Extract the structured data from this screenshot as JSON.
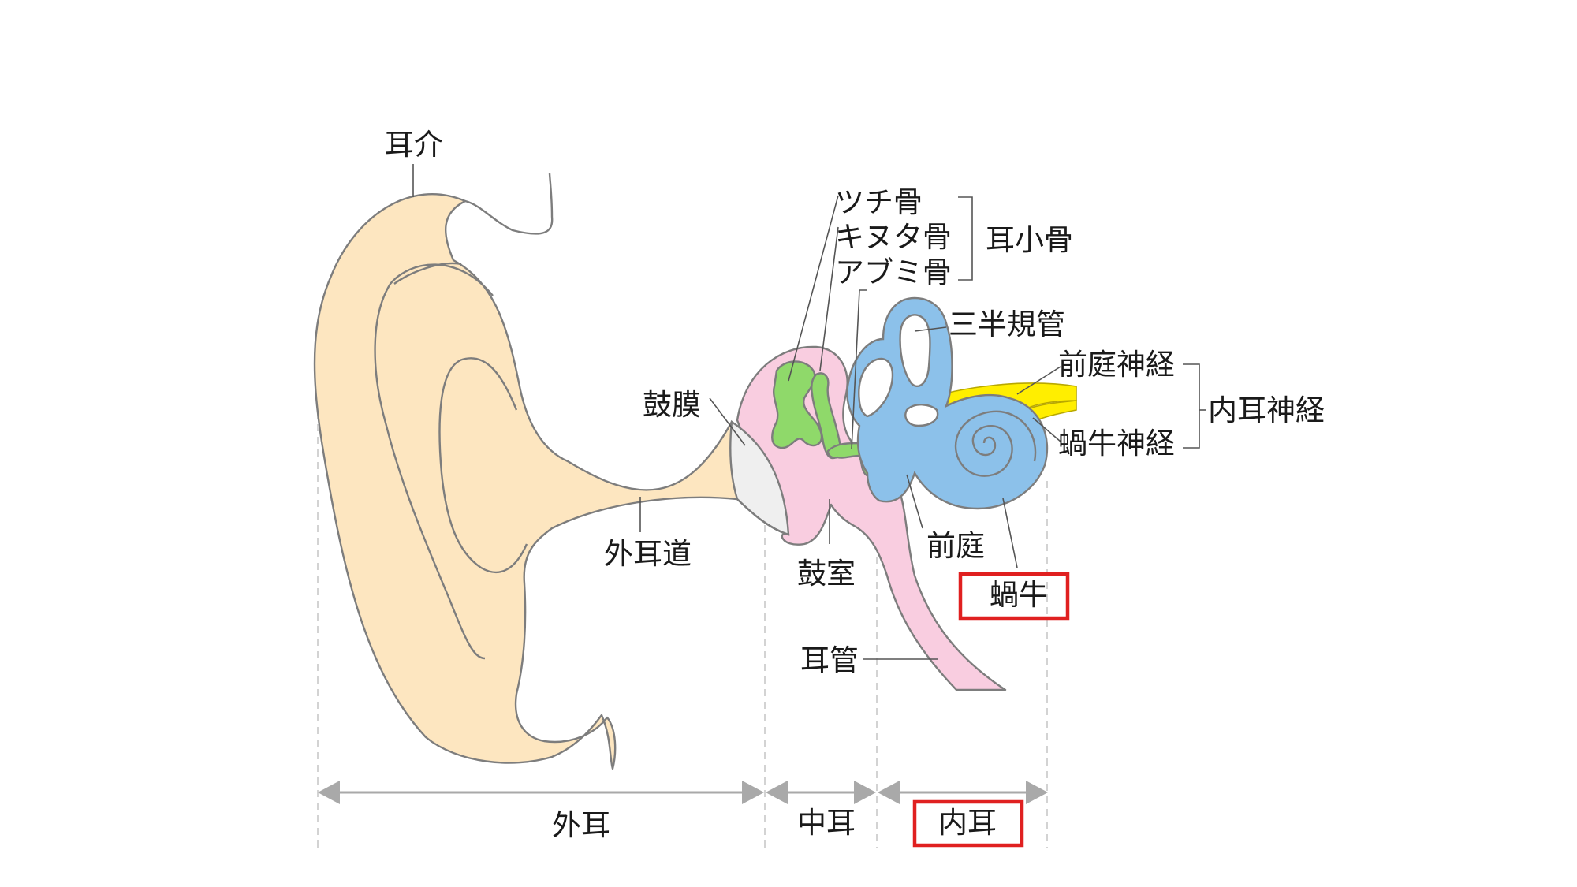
{
  "labels": {
    "jikai": "耳介",
    "tsuchikotsu": "ツチ骨",
    "kinutakotsu": "キヌタ骨",
    "abumikotsu": "アブミ骨",
    "jishoukotsu": "耳小骨",
    "sanhankikan": "三半規管",
    "zenteishinkei": "前庭神経",
    "naijishinkei": "内耳神経",
    "kagyuushinkei": "蝸牛神経",
    "komaku": "鼓膜",
    "gaijidou": "外耳道",
    "koshitsu": "鼓室",
    "zentei": "前庭",
    "kagyuu": "蝸牛",
    "jikan": "耳管"
  },
  "sections": {
    "outer": "外耳",
    "middle": "中耳",
    "inner": "内耳"
  },
  "highlighted": [
    "蝸牛",
    "内耳"
  ],
  "colors": {
    "outer_ear": "#fde6c0",
    "middle_ear": "#f9cde0",
    "ossicles": "#8fd96a",
    "inner_ear": "#8cc1ea",
    "nerve": "#ffee00",
    "eardrum": "#efefef",
    "highlight_box": "#e02020",
    "arrows": "#a9a9a9"
  }
}
